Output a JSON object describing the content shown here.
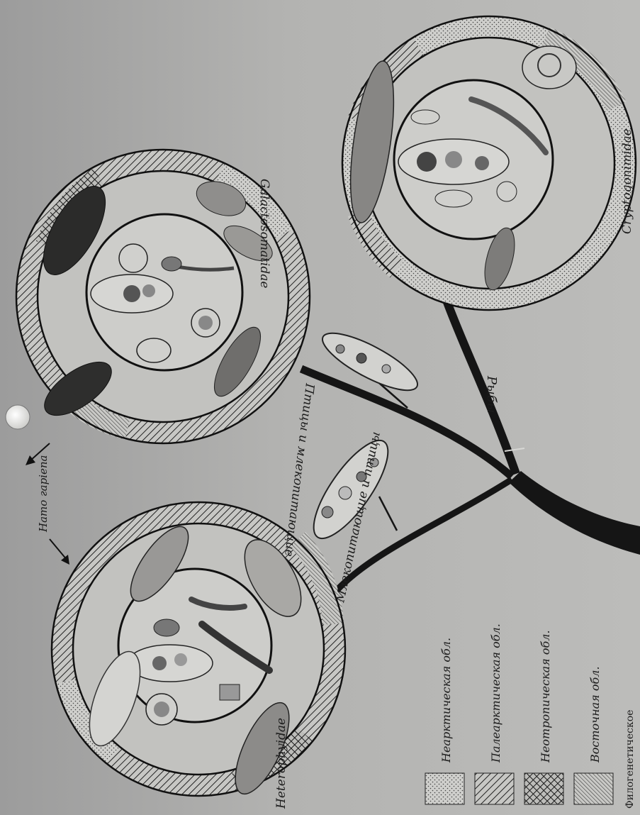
{
  "diagram": {
    "families": [
      {
        "id": "heterophyidae",
        "label": "Heterophyidae"
      },
      {
        "id": "galactosomatidae",
        "label": "Galactosomatidae"
      },
      {
        "id": "cryptogonimidae",
        "label": "Cryptogonimidae"
      }
    ],
    "branches": [
      {
        "id": "mammals-birds",
        "label": "Млекопитающие и птицы"
      },
      {
        "id": "birds-mammals",
        "label": "Птицы и млекопитающие"
      },
      {
        "id": "fish",
        "label": "Рыбы"
      }
    ],
    "annotation": "Наmо гарiепа",
    "legend": [
      {
        "id": "nearctic",
        "label": "Неарктическая обл.",
        "pattern": "dots"
      },
      {
        "id": "palearctic",
        "label": "Палеарктическая обл.",
        "pattern": "hatch"
      },
      {
        "id": "neotropical",
        "label": "Неотропическая обл.",
        "pattern": "crosshatch"
      },
      {
        "id": "oriental",
        "label": "Восточная обл.",
        "pattern": "finehatch"
      }
    ],
    "caption": "Филогенетическое"
  },
  "colors": {
    "ink": "#1c1c1c",
    "paper": "#b6b6b4",
    "shadow": "#8a8a88"
  }
}
